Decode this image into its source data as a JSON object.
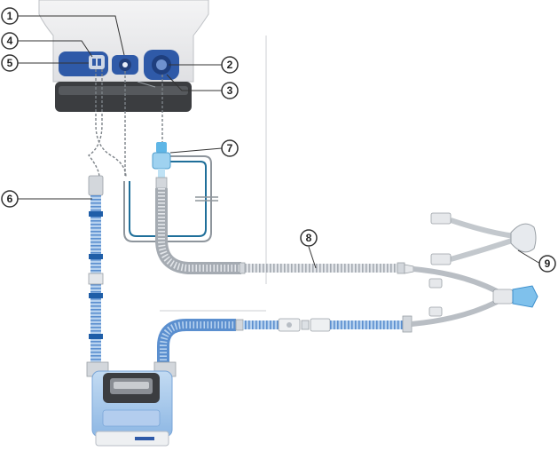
{
  "colors": {
    "device_blue": "#2f5aa8",
    "tube_light_blue": "#8fb6e2",
    "tube_dark_blue": "#1f6f9a",
    "humidifier_blue": "#9cc3e8",
    "tube_grey": "#b9bec4",
    "body_grey": "#e9eaec",
    "dark_grey": "#3b3d40",
    "callout_stroke": "#333333"
  },
  "callouts": [
    {
      "label": "1"
    },
    {
      "label": "2"
    },
    {
      "label": "3"
    },
    {
      "label": "4"
    },
    {
      "label": "5"
    },
    {
      "label": "6"
    },
    {
      "label": "7"
    },
    {
      "label": "8"
    },
    {
      "label": "9"
    }
  ]
}
